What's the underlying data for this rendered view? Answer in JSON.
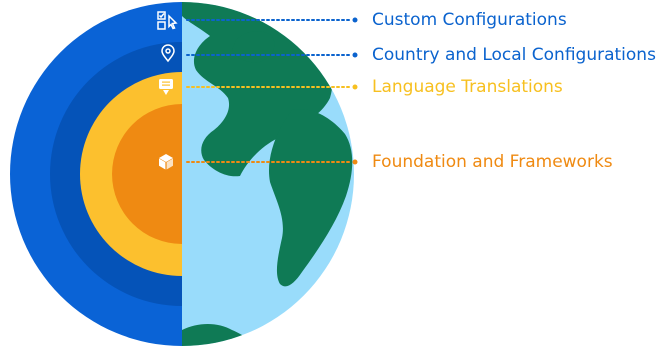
{
  "colors": {
    "layer_custom": "#0a63d6",
    "layer_country": "#0553b8",
    "layer_language": "#fcc02e",
    "layer_foundation": "#ef8a12",
    "ocean": "#99dcfb",
    "land": "#0f7a55",
    "label_blue": "#0b63ce",
    "label_yellow": "#f7c020",
    "label_orange": "#ef8a12"
  },
  "layers": [
    {
      "label": "Custom Configurations",
      "icon": "config-cursor-icon",
      "color_key": "label_blue"
    },
    {
      "label": "Country and Local Configurations",
      "icon": "location-pin-icon",
      "color_key": "label_blue"
    },
    {
      "label": "Language Translations",
      "icon": "translation-pen-icon",
      "color_key": "label_yellow"
    },
    {
      "label": "Foundation and Frameworks",
      "icon": "cube-icon",
      "color_key": "label_orange"
    }
  ]
}
